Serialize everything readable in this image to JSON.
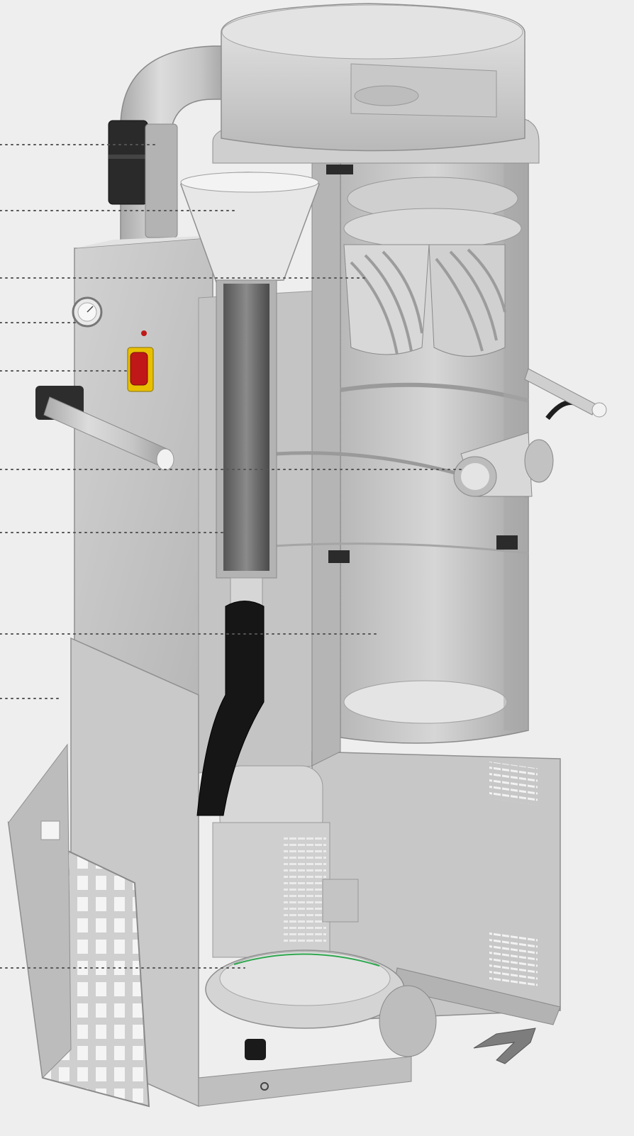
{
  "diagram": {
    "subject": "industrial-vacuum-cutaway",
    "background_color": "#eeeeee",
    "leader_line_color": "#555555",
    "leader_lines": [
      {
        "id": "leader-1",
        "target": "inlet-hose-elbow"
      },
      {
        "id": "leader-2",
        "target": "feed-hopper"
      },
      {
        "id": "leader-3",
        "target": "filter-cartridges"
      },
      {
        "id": "leader-4",
        "target": "pressure-gauge"
      },
      {
        "id": "leader-5",
        "target": "main-switch"
      },
      {
        "id": "leader-6",
        "target": "side-inlet-nozzle"
      },
      {
        "id": "leader-7",
        "target": "discharge-tube"
      },
      {
        "id": "leader-8",
        "target": "collection-container"
      },
      {
        "id": "leader-9",
        "target": "lower-frame"
      },
      {
        "id": "leader-10",
        "target": "motor-blower"
      }
    ],
    "colors": {
      "metal_light": "#d9d9d9",
      "metal_mid": "#bdbdbd",
      "metal_dark": "#8e8e8e",
      "hose_black": "#1a1a1a",
      "switch_red": "#c01818",
      "switch_yellow": "#e8c000",
      "accent_green": "#2fa84f"
    }
  }
}
